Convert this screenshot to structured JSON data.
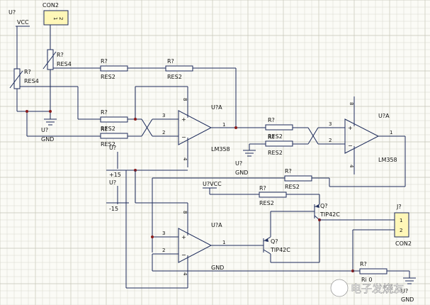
{
  "title": "",
  "labels": {
    "u_q_vcc_ref": "U?",
    "vcc": "VCC",
    "con2_top": "CON2",
    "con2_top_pin1": "1",
    "con2_top_pin2": "2",
    "r_ref": "R?",
    "res4": "RES4",
    "res2": "RES2",
    "u_q_gnd_ref": "U?",
    "gnd": "GND",
    "pin1": "1",
    "pin2": "2",
    "pin3": "3",
    "pin4": "4",
    "pin8": "8",
    "opamp_ref": "U?A",
    "lm358": "LM358",
    "plus15": "+15",
    "minus15": "-15",
    "u_q": "U?",
    "uq_vcc": "U?VCC",
    "q_ref": "Q?",
    "tip42c": "TIP42C",
    "j_ref": "J?",
    "con2": "CON2",
    "j_pin1": "1",
    "j_pin2": "2",
    "gnd_label": "GND",
    "res_partial": "Ri 0",
    "u_q_gnd2": "U?"
  },
  "watermark": "电子发烧友",
  "colors": {
    "wire": "#1c2a5a",
    "junction": "#8a1a1a",
    "connector_fill": "#fff7b8",
    "background": "#fbfbf6"
  }
}
